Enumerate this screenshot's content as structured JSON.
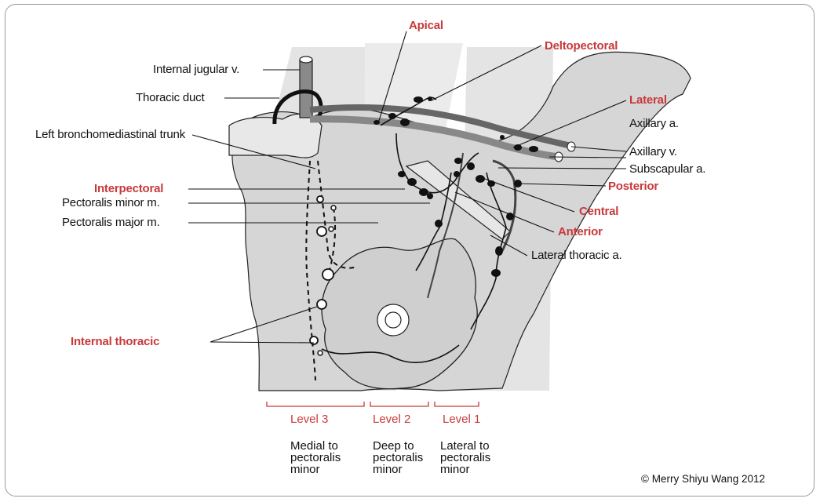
{
  "labels": {
    "apical": "Apical",
    "deltopectoral": "Deltopectoral",
    "internal_jugular": "Internal jugular v.",
    "thoracic_duct": "Thoracic duct",
    "left_bronch": "Left bronchomediastinal trunk",
    "interpectoral": "Interpectoral",
    "pect_minor": "Pectoralis minor m.",
    "pect_major": "Pectoralis major m.",
    "internal_thoracic": "Internal thoracic",
    "lateral": "Lateral",
    "axillary_a": "Axillary a.",
    "axillary_v": "Axillary v.",
    "subscapular_a": "Subscapular a.",
    "posterior": "Posterior",
    "central": "Central",
    "anterior": "Anterior",
    "lateral_thoracic": "Lateral thoracic a."
  },
  "levels": [
    {
      "label": "Level 3",
      "desc": "Medial to pectoralis minor"
    },
    {
      "label": "Level 2",
      "desc": "Deep to pectoralis minor"
    },
    {
      "label": "Level 1",
      "desc": "Lateral to pectoralis minor"
    }
  ],
  "copyright": "© Merry Shiyu Wang 2012",
  "colors": {
    "accent_red": "#c8393a",
    "band_gray": "#e2e2e2",
    "body_gray": "#d2d2d2",
    "vessel_gray": "#777777"
  }
}
